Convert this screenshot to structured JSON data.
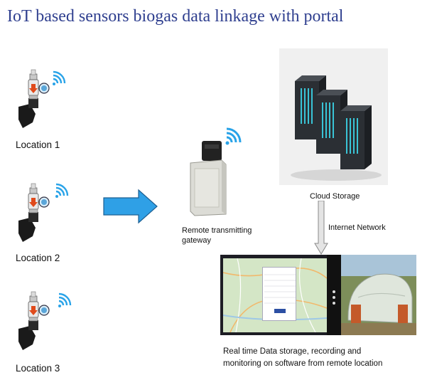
{
  "title": "IoT based sensors biogas data linkage with portal",
  "locations": [
    {
      "label": "Location 1"
    },
    {
      "label": "Location 2"
    },
    {
      "label": "Location 3"
    }
  ],
  "gateway": {
    "label_line1": "Remote transmitting",
    "label_line2": "gateway"
  },
  "cloud": {
    "label": "Cloud Storage"
  },
  "network": {
    "label": "Internet Network"
  },
  "portal": {
    "description_line1": "Real time Data storage, recording and",
    "description_line2": "monitoring on software from remote location"
  },
  "icons": {
    "sensor": "pressure-sensor-icon",
    "wifi": "wifi-signal-icon",
    "gateway": "gateway-device-icon",
    "cloud": "server-rack-icon",
    "arrow": "right-arrow-icon",
    "down_arrow": "down-arrow-icon"
  },
  "colors": {
    "title": "#2f3f8f",
    "arrow_fill": "#2fa0e6",
    "wifi": "#29a3e8",
    "sensor_accent": "#e04a1b"
  }
}
